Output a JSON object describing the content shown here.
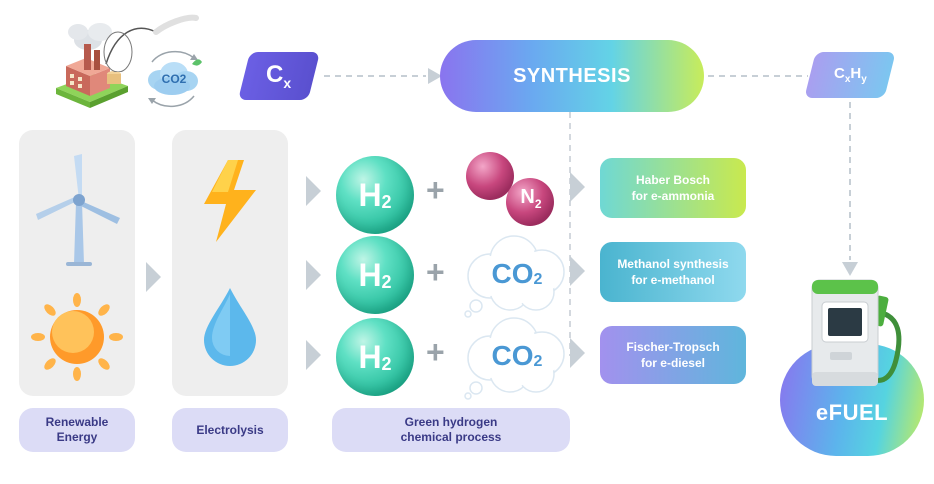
{
  "header": {
    "factory_co2_label": "CO2",
    "cx_tag": {
      "main": "C",
      "sub": "x"
    },
    "synthesis_label": "SYNTHESIS",
    "cxhy_tag": {
      "c": "C",
      "x": "x",
      "h": "H",
      "y": "y"
    }
  },
  "columns": {
    "renewable_label": "Renewable\nEnergy",
    "electrolysis_label": "Electrolysis",
    "green_h2_label": "Green hydrogen\nchemical process"
  },
  "rows": [
    {
      "h2": {
        "main": "H",
        "sub": "2"
      },
      "plus": "+",
      "reactant": {
        "main": "N",
        "sub": "2"
      },
      "process": "Haber Bosch\nfor e-ammonia"
    },
    {
      "h2": {
        "main": "H",
        "sub": "2"
      },
      "plus": "+",
      "reactant": {
        "main": "CO",
        "sub": "2"
      },
      "process": "Methanol synthesis\nfor e-methanol"
    },
    {
      "h2": {
        "main": "H",
        "sub": "2"
      },
      "plus": "+",
      "reactant": {
        "main": "CO",
        "sub": "2"
      },
      "process": "Fischer-Tropsch\nfor e-diesel"
    }
  ],
  "output": {
    "label": "eFUEL"
  },
  "colors": {
    "tag_purple": "#6a5fe0",
    "panel_grey": "#eeeeee",
    "label_lavender": "#dcdcf6",
    "arrow_grey": "#c7cfd6",
    "h2_green": "#21b896",
    "co2_blue": "#4a98d4",
    "n2_pink": "#c8477e"
  },
  "icons": [
    "factory-icon",
    "co2-cloud-icon",
    "wind-turbine-icon",
    "sun-icon",
    "lightning-icon",
    "water-drop-icon",
    "fuel-pump-icon"
  ]
}
